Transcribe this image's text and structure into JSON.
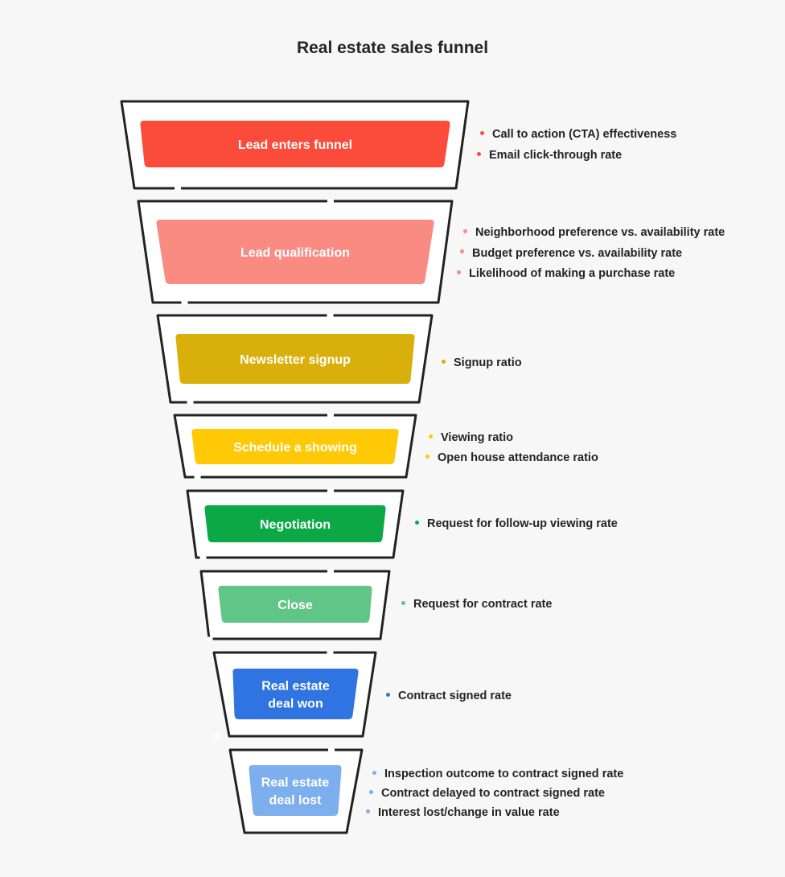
{
  "title": "Real estate sales funnel",
  "stages": [
    {
      "label": [
        "Lead enters funnel"
      ],
      "color": "#fa4b3b",
      "metrics": [
        "Call to action (CTA) effectiveness",
        "Email click-through rate"
      ]
    },
    {
      "label": [
        "Lead qualification"
      ],
      "color": "#f98b82",
      "metrics": [
        "Neighborhood preference vs. availability rate",
        "Budget preference vs. availability rate",
        "Likelihood of making a purchase rate"
      ]
    },
    {
      "label": [
        "Newsletter signup"
      ],
      "color": "#d9b00b",
      "metrics": [
        "Signup ratio"
      ]
    },
    {
      "label": [
        "Schedule a showing"
      ],
      "color": "#ffca05",
      "metrics": [
        "Viewing ratio",
        "Open house attendance ratio"
      ]
    },
    {
      "label": [
        "Negotiation"
      ],
      "color": "#0ba845",
      "metrics": [
        "Request for follow-up viewing rate"
      ]
    },
    {
      "label": [
        "Close"
      ],
      "color": "#60c687",
      "metrics": [
        "Request for contract rate"
      ]
    },
    {
      "label": [
        "Real estate",
        "deal won"
      ],
      "color": "#2f74e0",
      "metrics": [
        "Contract signed rate"
      ]
    },
    {
      "label": [
        "Real estate",
        "deal lost"
      ],
      "color": "#7daeed",
      "metrics": [
        "Inspection outcome to contract signed rate",
        "Contract delayed to contract signed rate",
        "Interest lost/change in value rate"
      ]
    }
  ]
}
